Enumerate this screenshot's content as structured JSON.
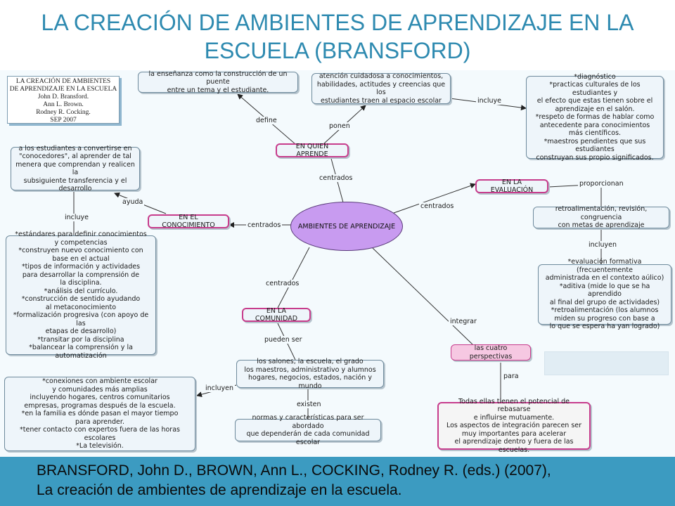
{
  "title": {
    "line1": "LA CREACIÓN DE AMBIENTES DE APRENDIZAJE EN LA",
    "line2": "ESCUELA (BRANSFORD)"
  },
  "book_cover": {
    "lines": [
      "LA CREACIÓN DE AMBIENTES",
      "DE APRENDIZAJE EN LA ESCUELA",
      "John D. Bransford.",
      "Ann L. Brown.",
      "Rodney R. Cocking.",
      "SEP 2007"
    ]
  },
  "nodes": {
    "central": "AMBIENTES DE APRENDIZAJE",
    "en_quien_aprende": "EN QUIEN APRENDE",
    "en_el_conocimiento": "EN EL CONOCIMIENTO",
    "en_la_evaluacion": "EN LA EVALUACIÓN",
    "en_la_comunidad": "EN LA COMUNIDAD",
    "cuatro_perspectivas": "las cuatro perspectivas",
    "puente": "la enseñanza como la construcción de un puente\nentre un tema y el estudiante.",
    "atencion": "atención cuidadosa a conocimientos,\nhabilidades, actitudes y creencias que los\nestudiantes traen al espacio escolar",
    "diagnostico": "*diagnóstico\n*practicas culturales de los estudiantes y\nel efecto que estas tienen sobre el\naprendizaje en el salón.\n*respeto de formas de hablar como\nantecedente para conocimientos\nmás científicos.\n*maestros pendientes que sus estudiantes\nconstruyan sus propio significados.",
    "conocedores": "a los estudiantes a convertirse en\n\"conocedores\", al aprender de tal\nmenera que comprendan y realicen la\nsubsiguiente transferencia y el\ndesarrollo",
    "estandares": "*estándares para definir conocimientos\ny competencias\n*construyen nuevo conocimiento con\nbase en el actual\n*tipos de información y actividades\npara desarrollar la comprensión de\nla disciplina.\n*análisis del currículo.\n*construcción de sentido ayudando\nal metaconocimiento\n*formalización progresiva (con apoyo de las\netapas de desarrollo)\n*transitar por la disciplina\n*balancear la comprensión y la automatización",
    "retroalimentacion": "retroalimentación, revisión, congruencia\ncon metas de aprendizaje",
    "formativa": "*evaluación formativa (frecuentemente\nadministrada en el contexto aúlico)\n*aditiva (mide lo que se ha aprendido\nal final del grupo de actividades)\n*retroalimentación (los alumnos\nmiden su progreso con base a\nlo que se espera ha yan logrado)",
    "salones": "los salones, la escuela, el grado\nlos maestros, administrativo y alumnos\nhogares, negocios, estados, nación y mundo",
    "conexiones": "*conexiones con ambiente escolar\ny comunidades más amplias\nincluyendo hogares, centros comunitarios\nempresas, programas después de la escuela.\n*en la familia es dónde pasan el mayor tiempo\npara aprender.\n*tener contacto con expertos fuera de las horas escolares\n*La televisión.",
    "normas": "normas y características para ser abordado\nque dependerán de cada comunidad escolar",
    "potencial": "Todas ellas tienen el potencial de rebasarse\ne influirse mutuamente.\nLos aspectos de integración parecen ser\nmuy importantes para acelerar\nel aprendizaje dentro y fuera de las escuelas."
  },
  "links": {
    "define": "define",
    "ponen": "ponen",
    "incluye_top": "incluye",
    "centrados_top": "centrados",
    "ayuda": "ayuda",
    "incluye_left": "incluye",
    "centrados_left": "centrados",
    "centrados_right": "centrados",
    "proporcionan": "proporcionan",
    "incluyen_right": "incluyen",
    "centrados_bottom": "centrados",
    "integrar": "integrar",
    "pueden_ser": "pueden ser",
    "incluyen_left": "incluyen",
    "existen": "existen",
    "para": "para"
  },
  "footer": {
    "line1": "BRANSFORD, John D., BROWN, Ann L., COCKING, Rodney R. (eds.) (2007),",
    "line2": "La creación de ambientes de aprendizaje en la escuela."
  },
  "colors": {
    "title": "#2e8ab0",
    "footer_bg": "#3c9bc1",
    "central_fill": "#c89bf0",
    "highlight_border": "#c73c8c"
  }
}
